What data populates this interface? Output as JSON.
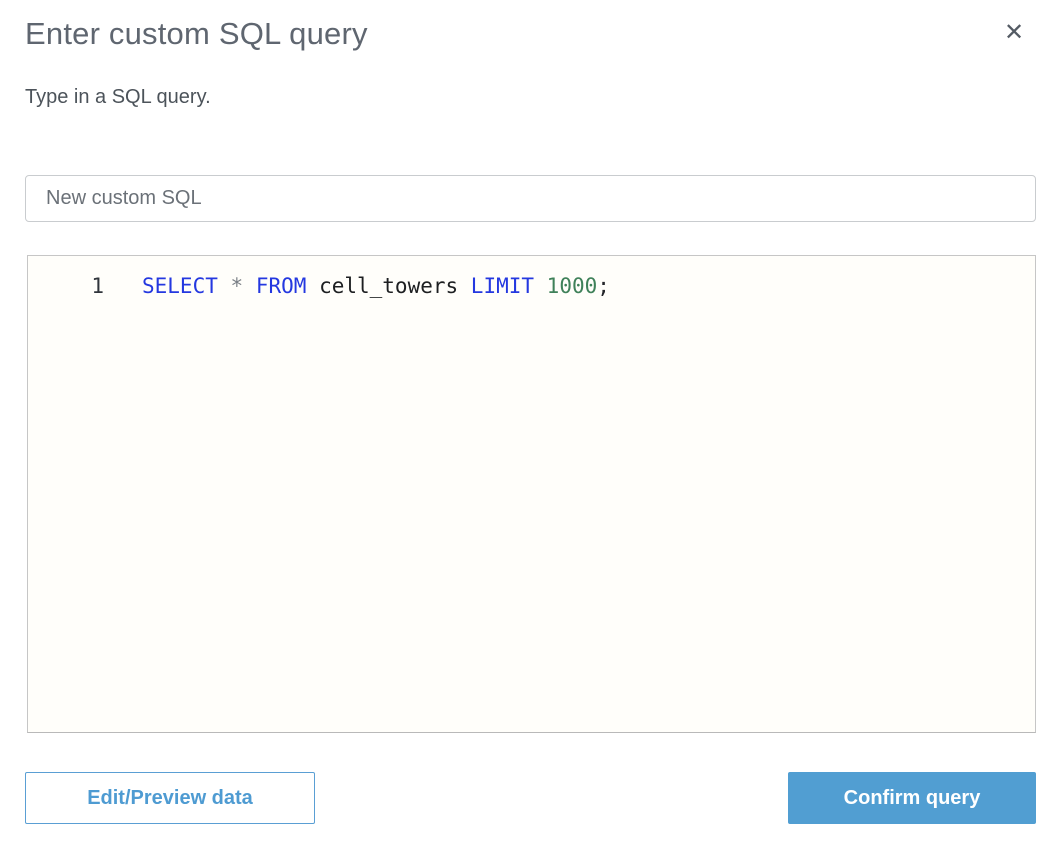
{
  "dialog": {
    "title": "Enter custom SQL query",
    "subtitle": "Type in a SQL query.",
    "close_label": "✕"
  },
  "name_input": {
    "value": "New custom SQL"
  },
  "editor": {
    "palette": {
      "keyword": "#2438e0",
      "operator": "#7a7f85",
      "identifier": "#1d1f21",
      "number": "#3f8159",
      "punct": "#24262a"
    },
    "lines": [
      {
        "number": "1",
        "tokens": [
          {
            "text": "SELECT",
            "type": "keyword"
          },
          {
            "text": " ",
            "type": "identifier"
          },
          {
            "text": "*",
            "type": "operator"
          },
          {
            "text": " ",
            "type": "identifier"
          },
          {
            "text": "FROM",
            "type": "keyword"
          },
          {
            "text": " ",
            "type": "identifier"
          },
          {
            "text": "cell_towers",
            "type": "identifier"
          },
          {
            "text": " ",
            "type": "identifier"
          },
          {
            "text": "LIMIT",
            "type": "keyword"
          },
          {
            "text": " ",
            "type": "identifier"
          },
          {
            "text": "1000",
            "type": "number"
          },
          {
            "text": ";",
            "type": "punct"
          }
        ]
      }
    ]
  },
  "footer": {
    "edit_preview_label": "Edit/Preview data",
    "confirm_label": "Confirm query"
  },
  "colors": {
    "accent_blue": "#519ed2",
    "keyword_blue": "#2438e0",
    "number_green": "#3f8159",
    "title_grey": "#5f6670",
    "editor_bg": "#fffefa"
  }
}
